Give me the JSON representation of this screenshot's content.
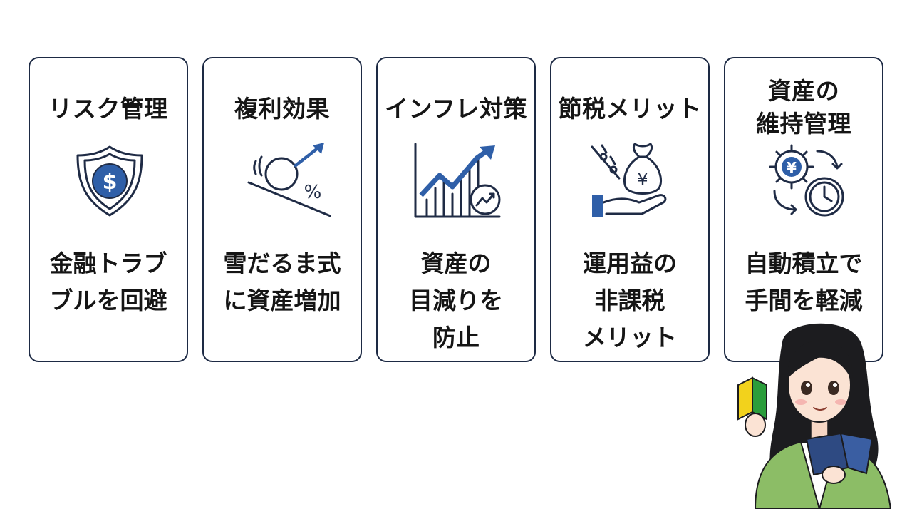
{
  "cards": [
    {
      "title": "リスク管理",
      "desc": "金融トラブ\nブルを回避",
      "icon": "shield-dollar-icon"
    },
    {
      "title": "複利効果",
      "desc": "雪だるま式\nに資産増加",
      "icon": "snowball-percent-icon"
    },
    {
      "title": "インフレ対策",
      "desc": "資産の\n目減りを\n防止",
      "icon": "rising-chart-icon"
    },
    {
      "title": "節税メリット",
      "desc": "運用益の\n非課税\nメリット",
      "icon": "money-bag-hand-icon"
    },
    {
      "title": "資産の\n維持管理",
      "desc": "自動積立で\n手間を軽減",
      "icon": "gear-yen-clock-icon"
    }
  ],
  "icon_symbols": {
    "dollar": "$",
    "percent": "%",
    "yen": "¥"
  },
  "colors": {
    "accent": "#2f5fa8",
    "line": "#1f2b45",
    "border": "#1d2a44"
  }
}
